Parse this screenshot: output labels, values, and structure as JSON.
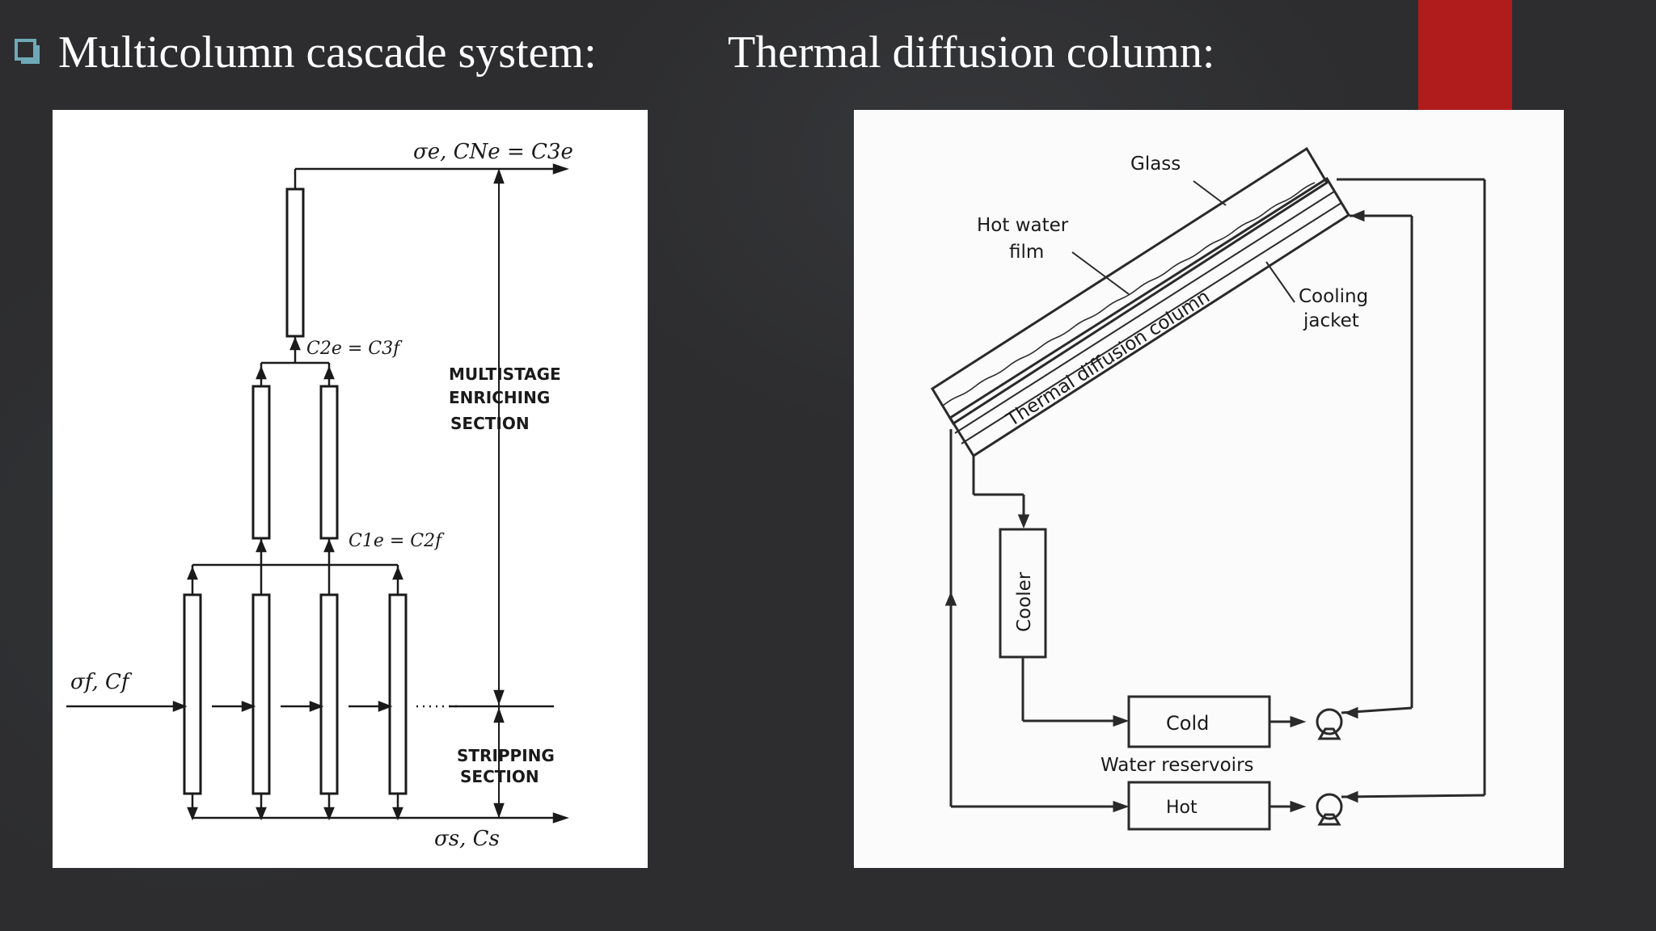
{
  "slide": {
    "left_heading": "Multicolumn cascade system:",
    "right_heading": "Thermal diffusion column:",
    "colors": {
      "background": "#2d2d2f",
      "accent_red": "#b01c1c",
      "bullet": "#6fa9b8"
    }
  },
  "cascade_diagram": {
    "top_output_label": "σe,  CNe = C3e",
    "mid_upper_label": "C2e = C3f",
    "mid_lower_label": "C1e = C2f",
    "feed_label": "σf, Cf",
    "bottom_output_label": "σs, Cs",
    "enriching_section": [
      "MULTISTAGE",
      "ENRICHING",
      "SECTION"
    ],
    "stripping_section": [
      "STRIPPING",
      "SECTION"
    ]
  },
  "thermal_diagram": {
    "glass_label": "Glass",
    "hot_water_film_label": [
      "Hot  water",
      "film"
    ],
    "column_label": "Thermal  diffusion  column",
    "cooling_jacket_label": [
      "Cooling",
      "jacket"
    ],
    "cooler_label": "Cooler",
    "cold_label": "Cold",
    "reservoirs_label": "Water  reservoirs",
    "hot_label": "Hot"
  }
}
